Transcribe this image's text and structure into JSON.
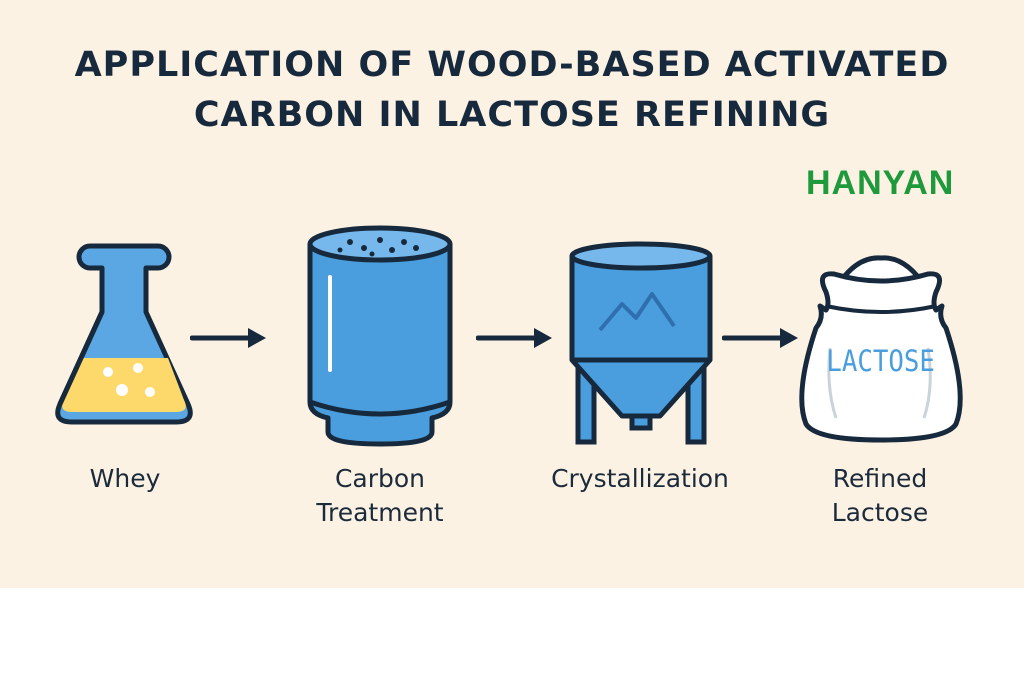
{
  "title": {
    "line1": "APPLICATION OF WOOD-BASED ACTIVATED",
    "line2": "CARBON IN LACTOSE REFINING"
  },
  "brand": "HANYAN",
  "steps": [
    {
      "label_lines": [
        "Whey"
      ],
      "icon": "flask-icon"
    },
    {
      "label_lines": [
        "Carbon",
        "Treatment"
      ],
      "icon": "carbon-tank-icon"
    },
    {
      "label_lines": [
        "Crystallization"
      ],
      "icon": "crystallizer-icon"
    },
    {
      "label_lines": [
        "Refined",
        "Lactose"
      ],
      "icon": "lactose-bag-icon"
    }
  ],
  "bag_text": "LACTOSE",
  "colors": {
    "background": "#fcf2e4",
    "navy": "#172a3d",
    "blue": "#4a9edd",
    "liquid": "#fcd96a",
    "brand_green": "#1e9a3c"
  }
}
